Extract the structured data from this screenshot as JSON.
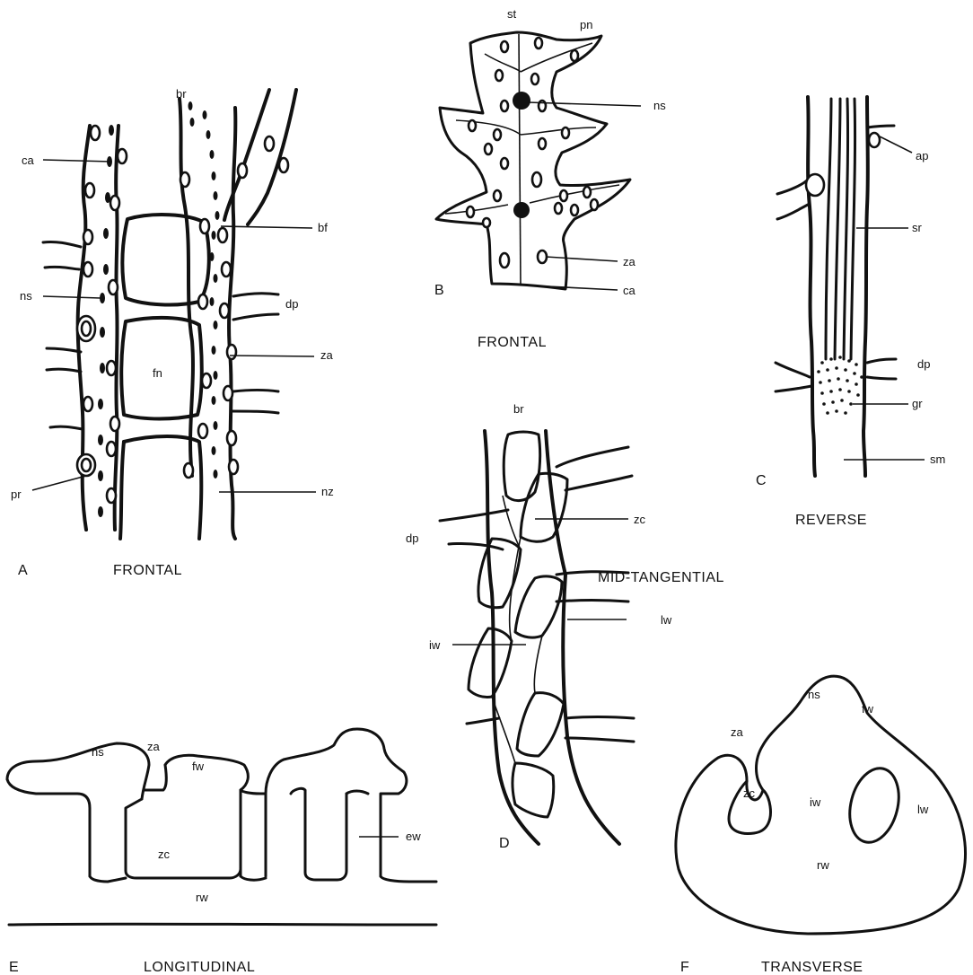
{
  "panels": {
    "A": {
      "letter": "A",
      "caption": "FRONTAL",
      "labels": {
        "br": "br",
        "ca": "ca",
        "bf": "bf",
        "ns": "ns",
        "dp": "dp",
        "fn": "fn",
        "za": "za",
        "pr": "pr",
        "nz": "nz"
      }
    },
    "B": {
      "letter": "B",
      "caption": "FRONTAL",
      "labels": {
        "st": "st",
        "pn": "pn",
        "ns": "ns",
        "za": "za",
        "ca": "ca"
      }
    },
    "C": {
      "letter": "C",
      "caption": "REVERSE",
      "labels": {
        "ap": "ap",
        "sr": "sr",
        "dp": "dp",
        "gr": "gr",
        "sm": "sm"
      }
    },
    "D": {
      "letter": "D",
      "caption": "MID-TANGENTIAL",
      "labels": {
        "br": "br",
        "dp": "dp",
        "zc": "zc",
        "lw": "lw",
        "iw": "iw"
      }
    },
    "E": {
      "letter": "E",
      "caption": "LONGITUDINAL",
      "labels": {
        "ns": "ns",
        "za": "za",
        "fw": "fw",
        "ew": "ew",
        "zc": "zc",
        "rw": "rw"
      }
    },
    "F": {
      "letter": "F",
      "caption": "TRANSVERSE",
      "labels": {
        "ns": "ns",
        "fw": "fw",
        "za": "za",
        "zc": "zc",
        "iw": "iw",
        "lw": "lw",
        "rw": "rw"
      }
    }
  }
}
